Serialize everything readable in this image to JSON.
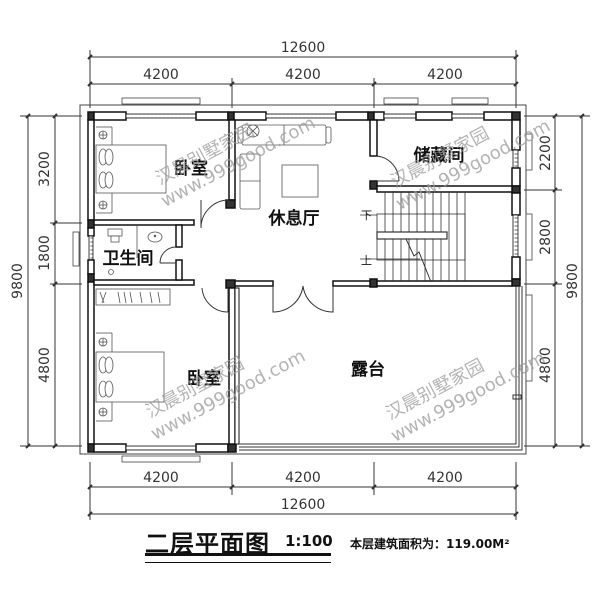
{
  "drawing": {
    "title": "二层平面图",
    "scale": "1:100",
    "area_note": "本层建筑面积为：119.00M²"
  },
  "dimensions": {
    "top": {
      "total": "12600",
      "segments": [
        "4200",
        "4200",
        "4200"
      ]
    },
    "bottom": {
      "total": "12600",
      "segments": [
        "4200",
        "4200",
        "4200"
      ]
    },
    "left": {
      "total": "9800",
      "segments": [
        "3200",
        "1800",
        "4800"
      ]
    },
    "right": {
      "total": "9800",
      "segments": [
        "2200",
        "2800",
        "4800"
      ]
    }
  },
  "rooms": {
    "bedroom_top": "卧室",
    "bathroom": "卫生间",
    "lounge": "休息厅",
    "storage": "储藏间",
    "bedroom_bottom": "卧室",
    "terrace": "露台"
  },
  "stairs": {
    "down": "下",
    "up": "上"
  },
  "watermark": {
    "name": "汉晨别墅家园",
    "url": "www.999good.com"
  }
}
